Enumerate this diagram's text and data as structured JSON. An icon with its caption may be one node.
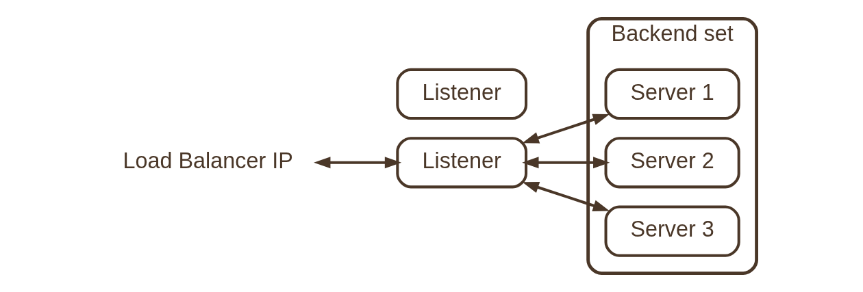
{
  "diagram": {
    "nodes": [
      {
        "text": [
          "Load Balancer IP"
        ]
      },
      {
        "text": [
          "Listener"
        ]
      },
      {
        "text": [
          "Listener"
        ]
      },
      {
        "text": [
          "Backend set"
        ]
      },
      {
        "text": [
          "Server 1"
        ],
        "in": 3
      },
      {
        "text": [
          "Server 2"
        ],
        "in": 3
      },
      {
        "text": [
          "Server 3"
        ],
        "in": 3
      }
    ],
    "edges": [
      {
        "from": 0,
        "to": 1,
        "arrow": "both"
      },
      {
        "from": 1,
        "to": 4,
        "arrow": "both"
      },
      {
        "from": 1,
        "to": 5,
        "arrow": "both"
      },
      {
        "from": 1,
        "to": 6,
        "arrow": "both"
      }
    ]
  }
}
